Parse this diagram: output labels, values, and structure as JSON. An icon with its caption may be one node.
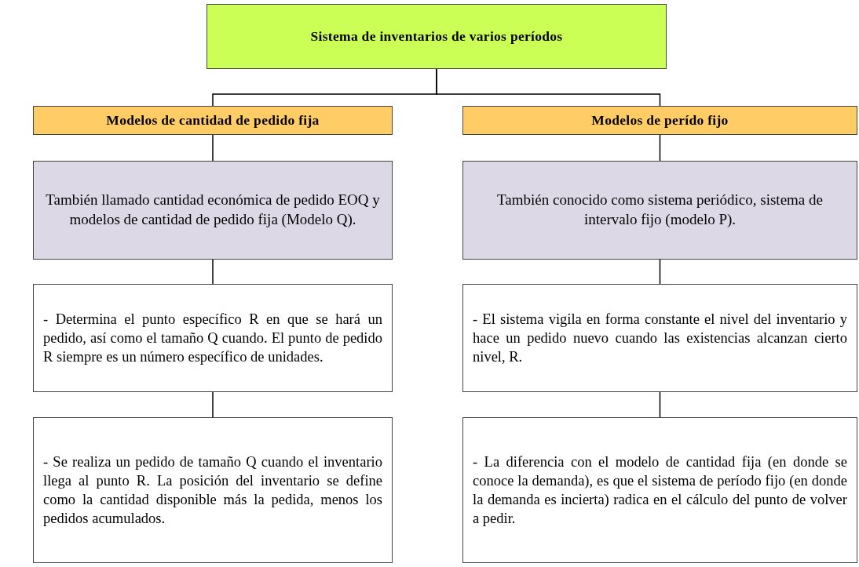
{
  "diagram": {
    "nodes": [
      {
        "text": [
          "Sistema de inventarios de varios períodos"
        ]
      },
      {
        "text": [
          "Modelos de cantidad de pedido fija"
        ]
      },
      {
        "text": [
          "Modelos de perído fijo"
        ]
      },
      {
        "text": [
          "También llamado cantidad económica de pedido EOQ y modelos de cantidad de pedido fija (Modelo Q)."
        ]
      },
      {
        "text": [
          "También conocido como sistema periódico, sistema de intervalo fijo (modelo P)."
        ]
      },
      {
        "text": [
          "- Determina el punto específico R en que se hará un pedido, así como el tamaño Q cuando. El punto de pedido R siempre es un número específico de unidades."
        ]
      },
      {
        "text": [
          "- El sistema vigila en forma constante el nivel del inventario y hace un pedido nuevo cuando las existencias alcanzan cierto nivel, R."
        ]
      },
      {
        "text": [
          "- Se realiza un pedido de tamaño Q cuando el inventario llega al punto R. La posición del inventario se define como la cantidad disponible más la pedida, menos los pedidos acumulados."
        ]
      },
      {
        "text": [
          "- La diferencia con el modelo de cantidad fija (en donde se conoce la demanda), es que el sistema de período fijo (en donde la demanda es incierta) radica en el cálculo del punto de volver a pedir."
        ]
      }
    ],
    "edges": [
      {
        "from": 0,
        "to": 1,
        "arrow": "none"
      },
      {
        "from": 0,
        "to": 2,
        "arrow": "none"
      },
      {
        "from": 1,
        "to": 3,
        "arrow": "none"
      },
      {
        "from": 2,
        "to": 4,
        "arrow": "none"
      },
      {
        "from": 3,
        "to": 5,
        "arrow": "none"
      },
      {
        "from": 4,
        "to": 6,
        "arrow": "none"
      },
      {
        "from": 5,
        "to": 7,
        "arrow": "none"
      },
      {
        "from": 6,
        "to": 8,
        "arrow": "none"
      }
    ]
  }
}
